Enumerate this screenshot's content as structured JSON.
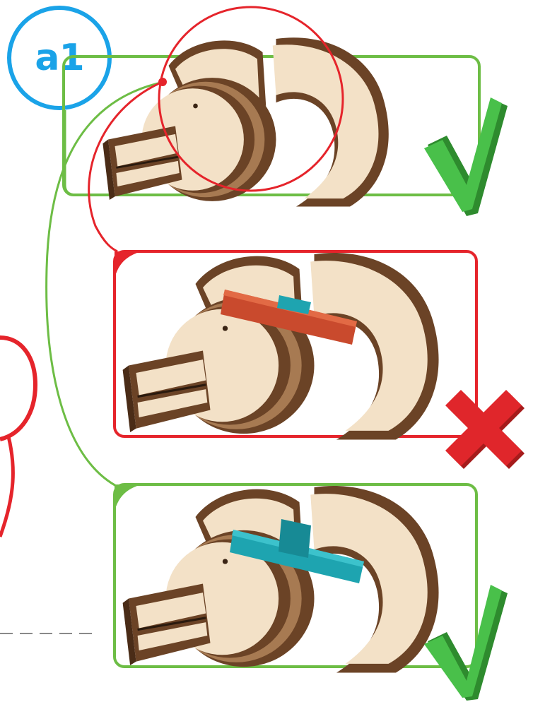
{
  "step": {
    "label": "a1"
  },
  "colors": {
    "badge": "#1aa3e8",
    "correct": "#6dbd45",
    "wrong": "#e5242b",
    "check": "#3cb043",
    "cross": "#d62828",
    "wood_light": "#f3e1c7",
    "wood_dark": "#6b4326",
    "wrong_part": "#c94a2d",
    "right_part": "#1ea4b0"
  },
  "panels": [
    {
      "id": "overview",
      "status": "correct",
      "icon": "check-icon"
    },
    {
      "id": "wrong-orientation",
      "status": "wrong",
      "icon": "cross-icon"
    },
    {
      "id": "correct-orientation",
      "status": "correct",
      "icon": "check-icon"
    }
  ]
}
